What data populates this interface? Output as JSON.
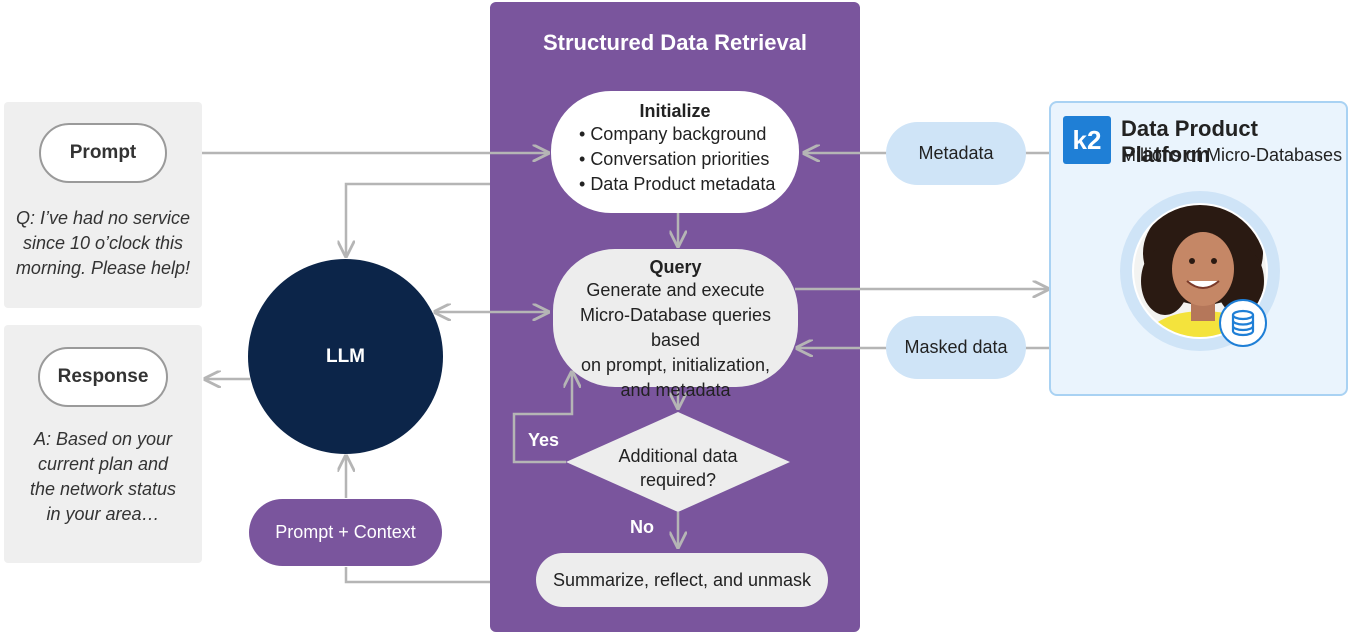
{
  "prompt_panel": {
    "label": "Prompt",
    "text": [
      "Q: I’ve had no service",
      "since 10 o’clock this",
      "morning. Please help!"
    ]
  },
  "response_panel": {
    "label": "Response",
    "text": [
      "A: Based on your",
      "current plan and",
      "the network status",
      "in your area…"
    ]
  },
  "llm": {
    "label": "LLM"
  },
  "prompt_context": {
    "label": "Prompt + Context"
  },
  "retrieval": {
    "title": "Structured Data Retrieval",
    "initialize": {
      "title": "Initialize",
      "items": [
        "Company background",
        "Conversation priorities",
        "Data Product metadata"
      ]
    },
    "query": {
      "title": "Query",
      "lines": [
        "Generate and execute",
        "Micro-Database queries based",
        "on prompt, initialization,",
        "and metadata"
      ]
    },
    "decision": {
      "lines": [
        "Additional data",
        "required?"
      ]
    },
    "yes_label": "Yes",
    "no_label": "No",
    "summarize": "Summarize, reflect, and unmask"
  },
  "metadata_pill": "Metadata",
  "masked_pill": "Masked data",
  "platform": {
    "logo": "k2",
    "title": "Data Product Platform",
    "subtitle": "Millions of Micro-Databases"
  },
  "colors": {
    "purple": "#7a559d",
    "navy": "#0c2549",
    "light_blue": "#cfe4f7",
    "arrow_grey": "#b5b5b5"
  }
}
